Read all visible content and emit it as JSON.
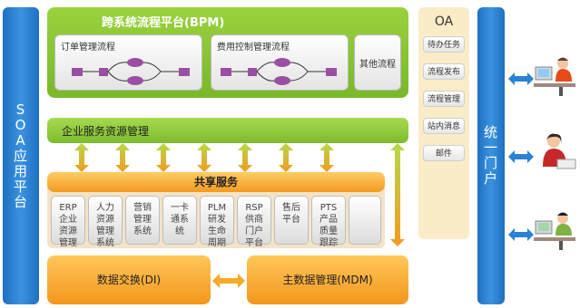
{
  "soa_platform": {
    "label_chars": [
      "S",
      "O",
      "A",
      "应",
      "用",
      "平",
      "台"
    ]
  },
  "bpm": {
    "title": "跨系统流程平台(BPM)",
    "order_process": "订单管理流程",
    "expense_process": "费用控制管理流程",
    "other_process": "其他流程"
  },
  "esr": {
    "title": "企业服务资源管理"
  },
  "shared_services": {
    "title": "共享服务",
    "modules": [
      {
        "lines": [
          "ERP",
          "企业",
          "资源",
          "管理"
        ]
      },
      {
        "lines": [
          "人力",
          "资源",
          "管理",
          "系统"
        ]
      },
      {
        "lines": [
          "营销",
          "管理",
          "系统"
        ]
      },
      {
        "lines": [
          "一卡",
          "通系",
          "统"
        ]
      },
      {
        "lines": [
          "PLM",
          "研发",
          "生命",
          "周期"
        ]
      },
      {
        "lines": [
          "RSP",
          "供商",
          "门户",
          "平台"
        ]
      },
      {
        "lines": [
          "售后",
          "平台"
        ]
      },
      {
        "lines": [
          "PTS",
          "产品",
          "质量",
          "跟踪"
        ]
      },
      {
        "lines": []
      }
    ]
  },
  "data_exchange": {
    "title": "数据交换(DI)"
  },
  "mdm": {
    "title": "主数据管理(MDM)"
  },
  "oa": {
    "title": "OA",
    "items": [
      "待办任务",
      "流程发布",
      "流程管理",
      "站内消息",
      "邮件"
    ]
  },
  "portal": {
    "label_chars": [
      "统",
      "一",
      "门",
      "户"
    ]
  },
  "colors": {
    "soa_blue": "#2a82d4",
    "bpm_green": "#8cc63f",
    "shared_orange": "#f7a928",
    "process_node_purple": "#9b4fa3",
    "oa_beige": "#fbecc8"
  },
  "icons": [
    "double-arrow-icon",
    "user-workstation-icon",
    "process-flow-icon"
  ]
}
